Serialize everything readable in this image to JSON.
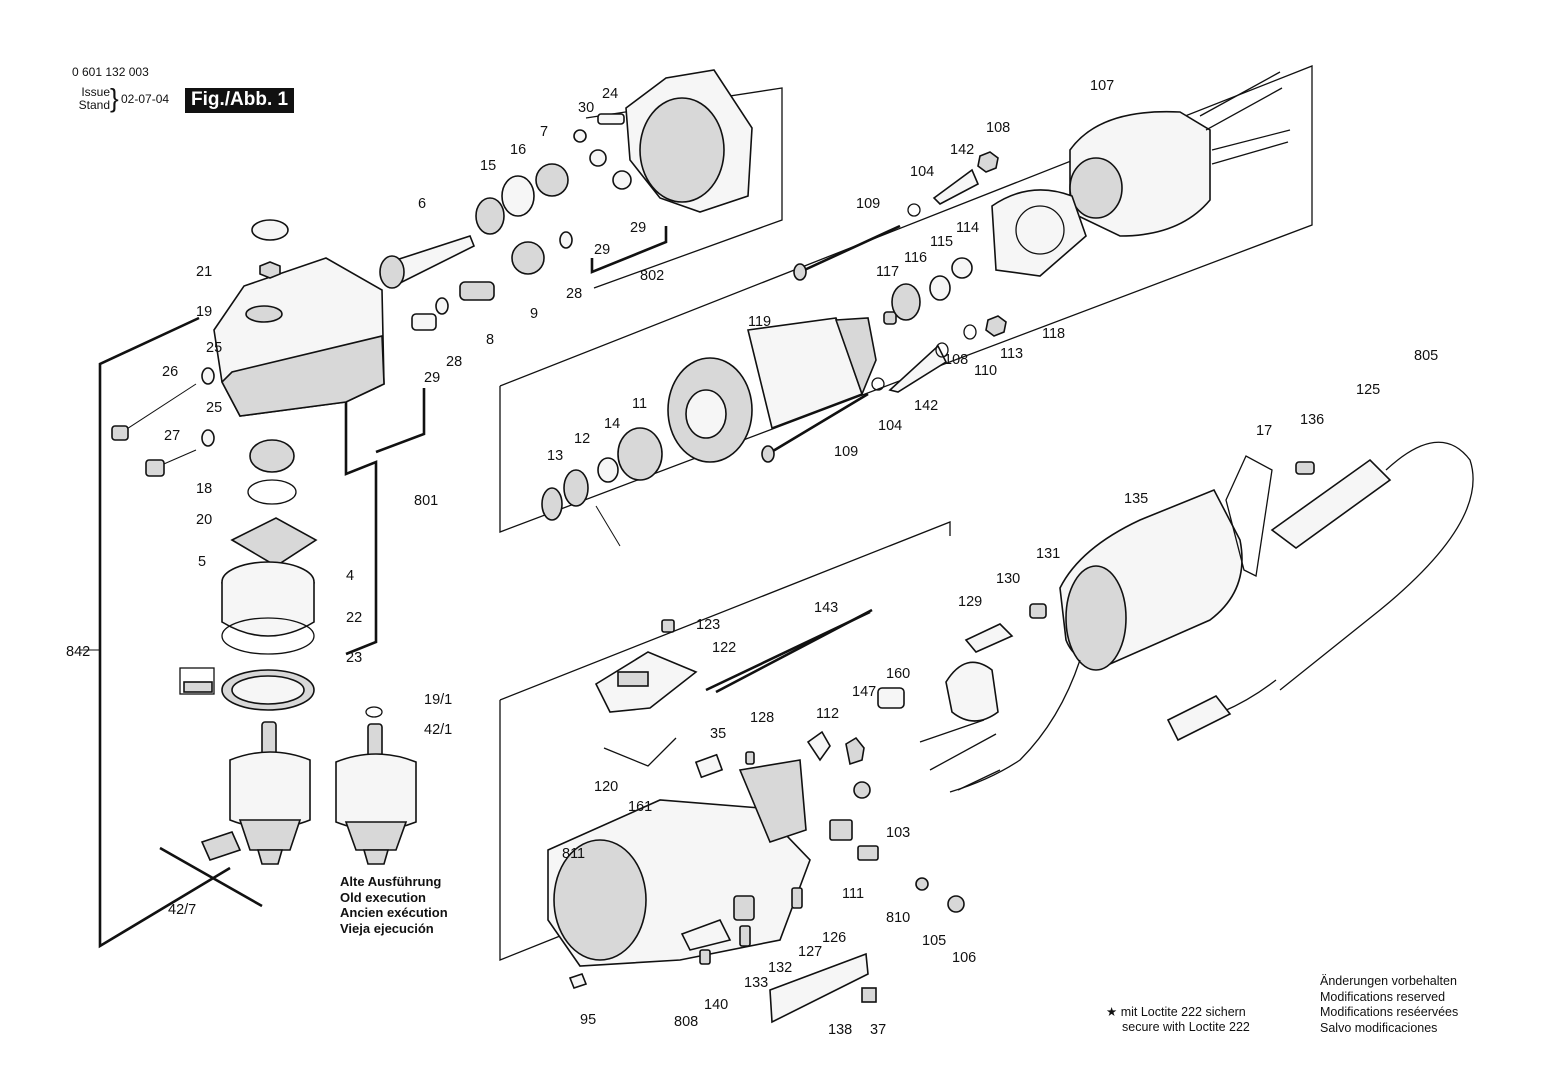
{
  "header": {
    "part_number": "0 601 132 003",
    "issue_label": "Issue",
    "stand_label": "Stand",
    "issue_date": "02-07-04",
    "fig_label": "Fig./Abb. 1"
  },
  "labels": [
    "24",
    "30",
    "7",
    "16",
    "15",
    "6",
    "29",
    "29",
    "802",
    "28",
    "9",
    "8",
    "28",
    "29",
    "21",
    "19",
    "25",
    "26",
    "25",
    "27",
    "18",
    "20",
    "5",
    "801",
    "4",
    "22",
    "23",
    "842",
    "19/1",
    "42/1",
    "42/7",
    "107",
    "108",
    "142",
    "104",
    "109",
    "117",
    "116",
    "115",
    "114",
    "118",
    "113",
    "110",
    "108",
    "142",
    "104",
    "109",
    "119",
    "11",
    "14",
    "12",
    "13",
    "805",
    "125",
    "17",
    "136",
    "135",
    "131",
    "130",
    "129",
    "143",
    "123",
    "122",
    "160",
    "147",
    "112",
    "128",
    "35",
    "120",
    "161",
    "811",
    "103",
    "111",
    "810",
    "105",
    "106",
    "126",
    "127",
    "132",
    "133",
    "140",
    "808",
    "95",
    "138",
    "37"
  ],
  "old_execution": [
    "Alte Ausführung",
    "Old execution",
    "Ancien exécution",
    "Vieja ejecución"
  ],
  "loctite_note": {
    "symbol": "★",
    "line1": "mit Loctite 222 sichern",
    "line2": "secure with Loctite 222"
  },
  "modifications_note": [
    "Änderungen vorbehalten",
    "Modifications reserved",
    "Modifications reséervées",
    "Salvo modificaciones"
  ]
}
